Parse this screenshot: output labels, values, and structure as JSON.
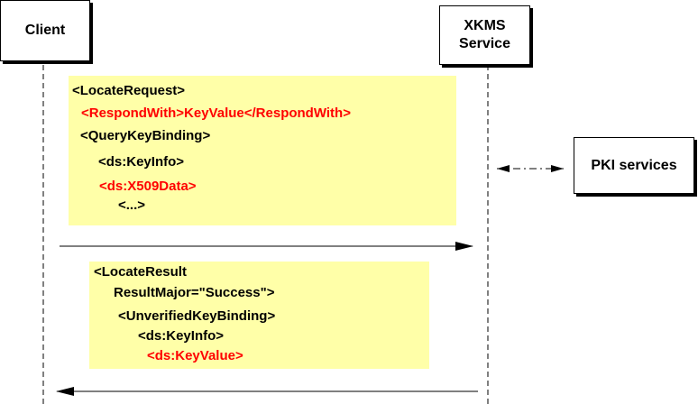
{
  "actors": {
    "client": "Client",
    "xkms_line1": "XKMS",
    "xkms_line2": "Service",
    "pki": "PKI services"
  },
  "request": {
    "line1": "<LocateRequest>",
    "line2": "<RespondWith>KeyValue</RespondWith>",
    "line3": "<QueryKeyBinding>",
    "line4": "<ds:KeyInfo>",
    "line5": "<ds:X509Data>",
    "line6": "<...>"
  },
  "result": {
    "line1": "<LocateResult",
    "line2": "ResultMajor=\"Success\">",
    "line3": "<UnverifiedKeyBinding>",
    "line4": "<ds:KeyInfo>",
    "line5": "<ds:KeyValue>"
  },
  "colors": {
    "note_fill": "#ffffa8",
    "highlight_text": "#ff0000",
    "line": "#000000"
  }
}
